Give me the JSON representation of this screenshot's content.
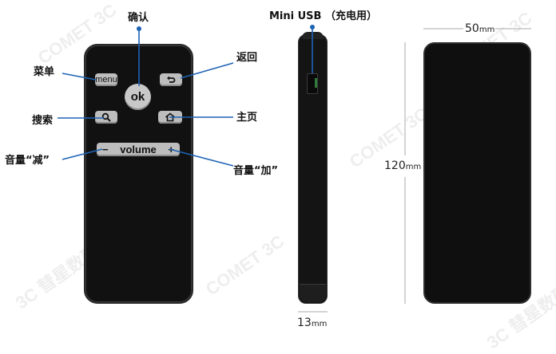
{
  "labels": {
    "confirm": "确认",
    "menu": "菜单",
    "back": "返回",
    "search": "搜索",
    "home": "主页",
    "vol_down": "音量“减”",
    "vol_up": "音量“加”",
    "usb": "Mini USB （充电用）"
  },
  "keys": {
    "menu": "menu",
    "ok": "ok",
    "volume": "volume",
    "minus": "−",
    "plus": "+"
  },
  "dimensions": {
    "width_value": "50",
    "width_unit": "mm",
    "height_value": "120",
    "height_unit": "mm",
    "depth_value": "13",
    "depth_unit": "mm"
  },
  "icons": [
    "back-arrow-icon",
    "search-icon",
    "home-icon"
  ],
  "colors": {
    "pointer": "#1e63b5",
    "body": "#111111",
    "key": "#bdbdbd"
  },
  "watermarks": [
    "COMET 3C",
    "3C 彗星数码"
  ]
}
